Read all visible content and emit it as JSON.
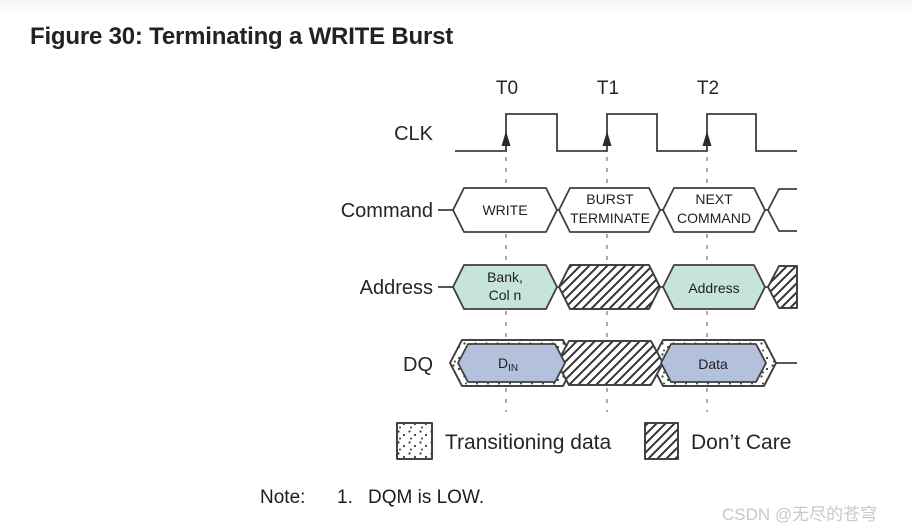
{
  "title": "Figure 30: Terminating a WRITE Burst",
  "clock": {
    "label": "CLK",
    "ticks": [
      "T0",
      "T1",
      "T2"
    ]
  },
  "rows": {
    "command": {
      "label": "Command",
      "write": "WRITE",
      "burst_line1": "BURST",
      "burst_line2": "TERMINATE",
      "next_line1": "NEXT",
      "next_line2": "COMMAND"
    },
    "address": {
      "label": "Address",
      "bank_line1": "Bank,",
      "bank_line2": "Col n",
      "address_cell": "Address"
    },
    "dq": {
      "label": "DQ",
      "din_main": "D",
      "din_sub": "IN",
      "data_cell": "Data"
    }
  },
  "legend": {
    "transitioning": "Transitioning data",
    "dont_care": "Don’t Care"
  },
  "note": {
    "label": "Note:",
    "number": "1.",
    "text": "DQM is LOW."
  },
  "watermark": "CSDN @无尽的苍穹",
  "colors": {
    "address_fill": "#c6e3dc",
    "dq_fill": "#b3c1dd",
    "outline": "#3f3f3f",
    "dash": "#8f8f8f"
  }
}
